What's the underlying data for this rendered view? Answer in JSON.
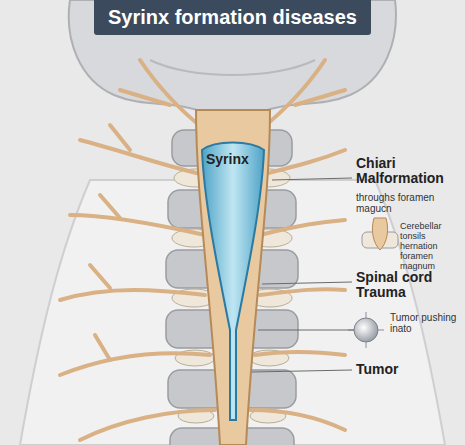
{
  "diagram": {
    "title": "Syrinx formation diseases",
    "labels": [
      "Syrinx",
      "Chiari Malformation",
      "throughs foramen magucn",
      "Cerebellar tonsils hernation foramen magnum",
      "Spinal cord Trauma",
      "Tumor pushing inato",
      "Tumor"
    ]
  }
}
